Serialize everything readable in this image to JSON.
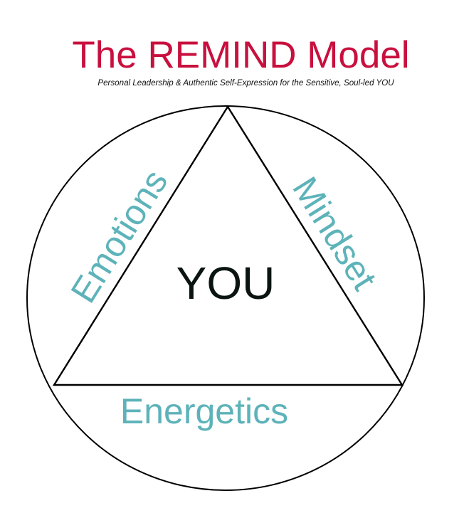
{
  "header": {
    "title": "The REMIND Model",
    "subtitle": "Personal Leadership & Authentic Self-Expression for the Sensitive, Soul-led YOU"
  },
  "diagram": {
    "center_label": "YOU",
    "sides": {
      "left": "Emotions",
      "right": "Mindset",
      "bottom": "Energetics"
    },
    "colors": {
      "title": "#c8103e",
      "labels": "#5db3b9",
      "center": "#0a1410",
      "lines": "#000000"
    }
  }
}
